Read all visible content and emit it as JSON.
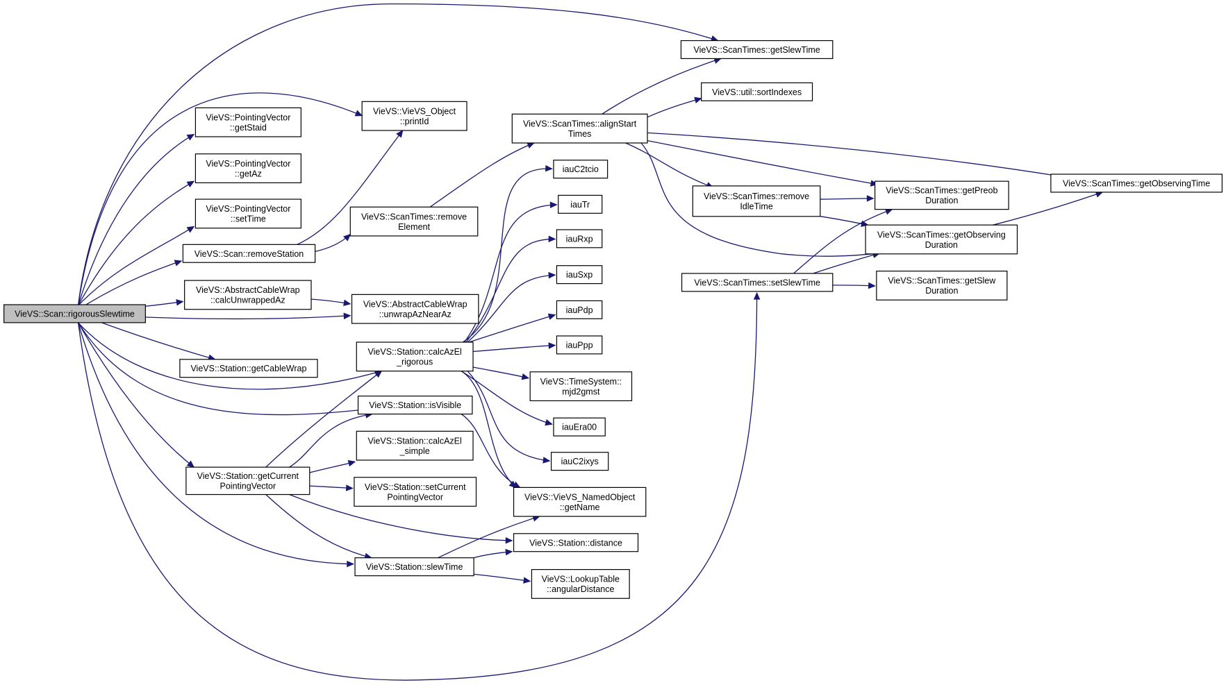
{
  "graph": {
    "title": "",
    "colors": {
      "edge": "#191970",
      "node_border": "#000000",
      "root_fill": "#bfbfbf",
      "node_fill": "#ffffff"
    },
    "nodes": [
      {
        "id": "root",
        "lines": [
          "VieVS::Scan::rigorousSlewtime"
        ]
      },
      {
        "id": "getSlewTime",
        "lines": [
          "VieVS::ScanTimes::getSlewTime"
        ]
      },
      {
        "id": "printId",
        "lines": [
          "VieVS::VieVS_Object",
          "::printId"
        ]
      },
      {
        "id": "getStaid",
        "lines": [
          "VieVS::PointingVector",
          "::getStaid"
        ]
      },
      {
        "id": "getAz",
        "lines": [
          "VieVS::PointingVector",
          "::getAz"
        ]
      },
      {
        "id": "setTime",
        "lines": [
          "VieVS::PointingVector",
          "::setTime"
        ]
      },
      {
        "id": "removeStation",
        "lines": [
          "VieVS::Scan::removeStation"
        ]
      },
      {
        "id": "calcUnwrappedAz",
        "lines": [
          "VieVS::AbstractCableWrap",
          "::calcUnwrappedAz"
        ]
      },
      {
        "id": "unwrapAzNearAz",
        "lines": [
          "VieVS::AbstractCableWrap",
          "::unwrapAzNearAz"
        ]
      },
      {
        "id": "removeElement",
        "lines": [
          "VieVS::ScanTimes::remove",
          "Element"
        ]
      },
      {
        "id": "getCableWrap",
        "lines": [
          "VieVS::Station::getCableWrap"
        ]
      },
      {
        "id": "calcAzElRigorous",
        "lines": [
          "VieVS::Station::calcAzEl",
          "_rigorous"
        ]
      },
      {
        "id": "isVisible",
        "lines": [
          "VieVS::Station::isVisible"
        ]
      },
      {
        "id": "calcAzElSimple",
        "lines": [
          "VieVS::Station::calcAzEl",
          "_simple"
        ]
      },
      {
        "id": "getCurrentPV",
        "lines": [
          "VieVS::Station::getCurrent",
          "PointingVector"
        ]
      },
      {
        "id": "setCurrentPV",
        "lines": [
          "VieVS::Station::setCurrent",
          "PointingVector"
        ]
      },
      {
        "id": "slewTime",
        "lines": [
          "VieVS::Station::slewTime"
        ]
      },
      {
        "id": "alignStartTimes",
        "lines": [
          "VieVS::ScanTimes::alignStart",
          "Times"
        ]
      },
      {
        "id": "sortIndexes",
        "lines": [
          "VieVS::util::sortIndexes"
        ]
      },
      {
        "id": "iauC2tcio",
        "lines": [
          "iauC2tcio"
        ]
      },
      {
        "id": "iauTr",
        "lines": [
          "iauTr"
        ]
      },
      {
        "id": "iauRxp",
        "lines": [
          "iauRxp"
        ]
      },
      {
        "id": "iauSxp",
        "lines": [
          "iauSxp"
        ]
      },
      {
        "id": "iauPdp",
        "lines": [
          "iauPdp"
        ]
      },
      {
        "id": "iauPpp",
        "lines": [
          "iauPpp"
        ]
      },
      {
        "id": "mjd2gmst",
        "lines": [
          "VieVS::TimeSystem::",
          "mjd2gmst"
        ]
      },
      {
        "id": "iauEra00",
        "lines": [
          "iauEra00"
        ]
      },
      {
        "id": "iauC2ixys",
        "lines": [
          "iauC2ixys"
        ]
      },
      {
        "id": "getName",
        "lines": [
          "VieVS::VieVS_NamedObject",
          "::getName"
        ]
      },
      {
        "id": "distance",
        "lines": [
          "VieVS::Station::distance"
        ]
      },
      {
        "id": "angularDistance",
        "lines": [
          "VieVS::LookupTable",
          "::angularDistance"
        ]
      },
      {
        "id": "removeIdleTime",
        "lines": [
          "VieVS::ScanTimes::remove",
          "IdleTime"
        ]
      },
      {
        "id": "setSlewTime",
        "lines": [
          "VieVS::ScanTimes::setSlewTime"
        ]
      },
      {
        "id": "getPreobDuration",
        "lines": [
          "VieVS::ScanTimes::getPreob",
          "Duration"
        ]
      },
      {
        "id": "getObservingDuration",
        "lines": [
          "VieVS::ScanTimes::getObserving",
          "Duration"
        ]
      },
      {
        "id": "getSlewDuration",
        "lines": [
          "VieVS::ScanTimes::getSlew",
          "Duration"
        ]
      },
      {
        "id": "getObservingTime",
        "lines": [
          "VieVS::ScanTimes::getObservingTime"
        ]
      }
    ],
    "edges": [
      [
        "root",
        "getSlewTime"
      ],
      [
        "root",
        "printId"
      ],
      [
        "root",
        "getStaid"
      ],
      [
        "root",
        "getAz"
      ],
      [
        "root",
        "setTime"
      ],
      [
        "root",
        "removeStation"
      ],
      [
        "root",
        "calcUnwrappedAz"
      ],
      [
        "root",
        "unwrapAzNearAz"
      ],
      [
        "root",
        "getCableWrap"
      ],
      [
        "root",
        "calcAzElRigorous"
      ],
      [
        "root",
        "isVisible"
      ],
      [
        "root",
        "getCurrentPV"
      ],
      [
        "root",
        "slewTime"
      ],
      [
        "root",
        "setSlewTime"
      ],
      [
        "removeStation",
        "printId"
      ],
      [
        "removeStation",
        "removeElement"
      ],
      [
        "calcUnwrappedAz",
        "unwrapAzNearAz"
      ],
      [
        "removeElement",
        "alignStartTimes"
      ],
      [
        "alignStartTimes",
        "getSlewTime"
      ],
      [
        "alignStartTimes",
        "sortIndexes"
      ],
      [
        "alignStartTimes",
        "getObservingTime"
      ],
      [
        "alignStartTimes",
        "getPreobDuration"
      ],
      [
        "alignStartTimes",
        "removeIdleTime"
      ],
      [
        "alignStartTimes",
        "getObservingDuration"
      ],
      [
        "removeIdleTime",
        "getPreobDuration"
      ],
      [
        "removeIdleTime",
        "getObservingDuration"
      ],
      [
        "setSlewTime",
        "getPreobDuration"
      ],
      [
        "setSlewTime",
        "getObservingDuration"
      ],
      [
        "setSlewTime",
        "getSlewDuration"
      ],
      [
        "getObservingDuration",
        "getObservingTime"
      ],
      [
        "calcAzElRigorous",
        "iauC2tcio"
      ],
      [
        "calcAzElRigorous",
        "iauTr"
      ],
      [
        "calcAzElRigorous",
        "iauRxp"
      ],
      [
        "calcAzElRigorous",
        "iauSxp"
      ],
      [
        "calcAzElRigorous",
        "iauPdp"
      ],
      [
        "calcAzElRigorous",
        "iauPpp"
      ],
      [
        "calcAzElRigorous",
        "mjd2gmst"
      ],
      [
        "calcAzElRigorous",
        "iauEra00"
      ],
      [
        "calcAzElRigorous",
        "iauC2ixys"
      ],
      [
        "calcAzElRigorous",
        "getName"
      ],
      [
        "isVisible",
        "getName"
      ],
      [
        "getCurrentPV",
        "calcAzElRigorous"
      ],
      [
        "getCurrentPV",
        "isVisible"
      ],
      [
        "getCurrentPV",
        "calcAzElSimple"
      ],
      [
        "getCurrentPV",
        "setCurrentPV"
      ],
      [
        "getCurrentPV",
        "distance"
      ],
      [
        "getCurrentPV",
        "slewTime"
      ],
      [
        "slewTime",
        "getName"
      ],
      [
        "slewTime",
        "distance"
      ],
      [
        "slewTime",
        "angularDistance"
      ]
    ]
  }
}
